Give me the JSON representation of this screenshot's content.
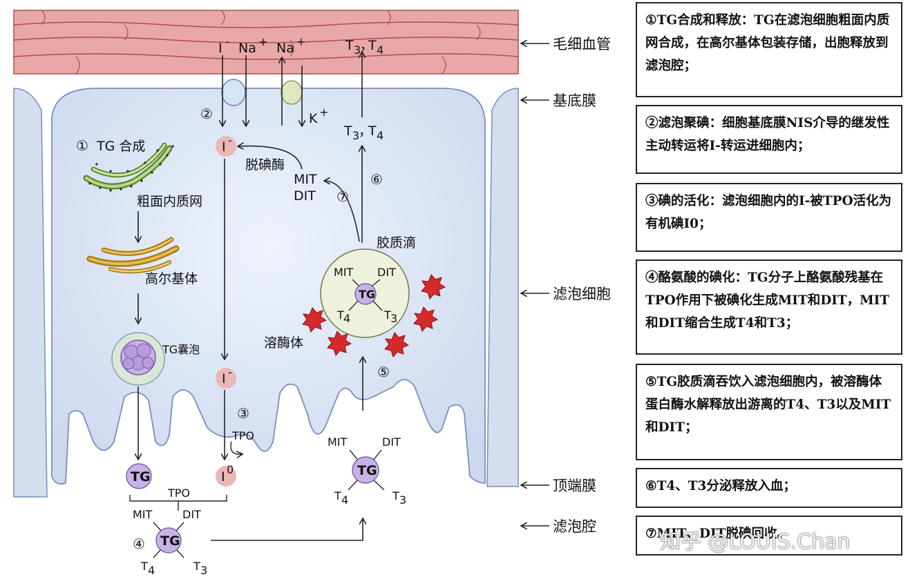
{
  "labels": {
    "tg_synthesis": "TG 合成",
    "rough_er": "粗面内质网",
    "golgi": "高尔基体",
    "tg_vesicle": "TG囊泡",
    "deiodinase": "脱碘酶",
    "colloid_droplet": "胶质滴",
    "lysosome": "溶酶体",
    "tpo": "TPO",
    "mit": "MIT",
    "dit": "DIT",
    "tg": "TG",
    "iodide": "I",
    "iodide_sup": "-",
    "iodine0_sup": "0",
    "na": "Na",
    "na_sup": "+",
    "k": "K",
    "k_sup": "+",
    "t3": "T",
    "t3_sub": "3",
    "t4_sub": "4",
    "t3t4_sep": "、",
    "t3t4_sep2": "，"
  },
  "steps": {
    "s1": "①",
    "s2": "②",
    "s3": "③",
    "s4": "④",
    "s5": "⑤",
    "s6": "⑥",
    "s7": "⑦"
  },
  "side_labels": {
    "capillary": "毛细血管",
    "basement_membrane": "基底膜",
    "follicular_cell": "滤泡细胞",
    "apical_membrane": "顶端膜",
    "follicle_lumen": "滤泡腔"
  },
  "notes": [
    "①TG合成和释放：TG在滤泡细胞粗面内质网合成，在高尔基体包装存储，出胞释放到滤泡腔；",
    "②滤泡聚碘：细胞基底膜NIS介导的继发性主动转运将I-转运进细胞内；",
    "③碘的活化：滤泡细胞内的I-被TPO活化为有机碘I0；",
    "④酪氨酸的碘化：TG分子上酪氨酸残基在TPO作用下被碘化生成MIT和DIT，MIT和DIT缩合生成T4和T3；",
    "⑤TG胶质滴吞饮入滤泡细胞内，被溶酶体蛋白酶水解释放出游离的T4、T3以及MIT和DIT；",
    "⑥T4、T3分泌释放入血；",
    "⑦MIT、DIT脱碘回收。"
  ],
  "watermark": "知乎 @LOUIS.Chan",
  "colors": {
    "capillary_fill": "#e7a3a3",
    "capillary_stroke": "#b04a4a",
    "cell_fill": "#d3deef",
    "cell_stroke": "#7a8fb8",
    "tg_fill": "#c7b2e6",
    "iodide_fill": "#eab7b7",
    "lysosome_fill": "#d42a2a",
    "colloid_fill": "#eef2dc",
    "er_fill": "#9fc66a",
    "golgi_fill": "#d9a736"
  }
}
